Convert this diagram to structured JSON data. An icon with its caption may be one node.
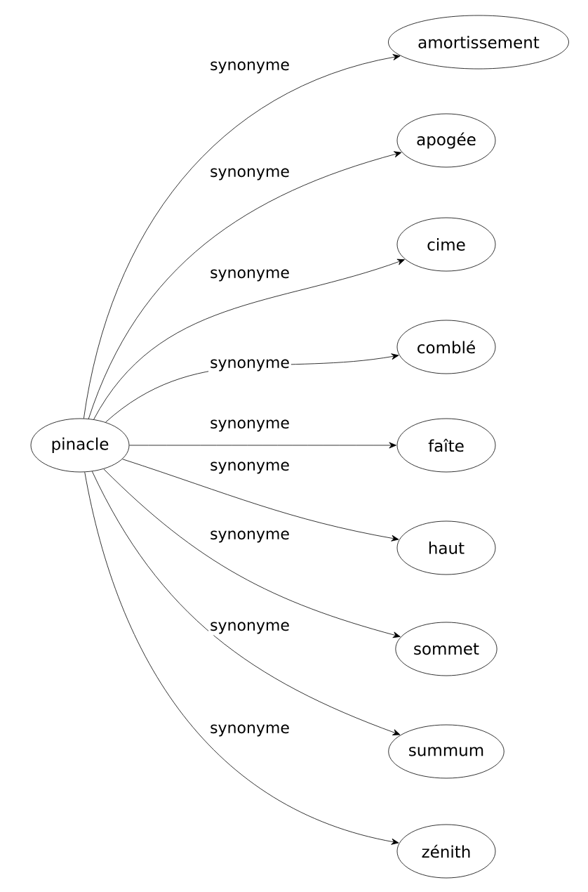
{
  "diagram": {
    "nodes": [
      {
        "text": [
          "pinacle"
        ]
      },
      {
        "text": [
          "amortissement"
        ]
      },
      {
        "text": [
          "apogée"
        ]
      },
      {
        "text": [
          "cime"
        ]
      },
      {
        "text": [
          "comblé"
        ]
      },
      {
        "text": [
          "faîte"
        ]
      },
      {
        "text": [
          "haut"
        ]
      },
      {
        "text": [
          "sommet"
        ]
      },
      {
        "text": [
          "summum"
        ]
      },
      {
        "text": [
          "zénith"
        ]
      }
    ],
    "edges": [
      {
        "from": 0,
        "to": 1,
        "arrow": "to",
        "label": "synonyme"
      },
      {
        "from": 0,
        "to": 2,
        "arrow": "to",
        "label": "synonyme"
      },
      {
        "from": 0,
        "to": 3,
        "arrow": "to",
        "label": "synonyme"
      },
      {
        "from": 0,
        "to": 4,
        "arrow": "to",
        "label": "synonyme"
      },
      {
        "from": 0,
        "to": 5,
        "arrow": "to",
        "label": "synonyme"
      },
      {
        "from": 0,
        "to": 6,
        "arrow": "to",
        "label": "synonyme"
      },
      {
        "from": 0,
        "to": 7,
        "arrow": "to",
        "label": "synonyme"
      },
      {
        "from": 0,
        "to": 8,
        "arrow": "to",
        "label": "synonyme"
      },
      {
        "from": 0,
        "to": 9,
        "arrow": "to",
        "label": "synonyme"
      }
    ]
  }
}
